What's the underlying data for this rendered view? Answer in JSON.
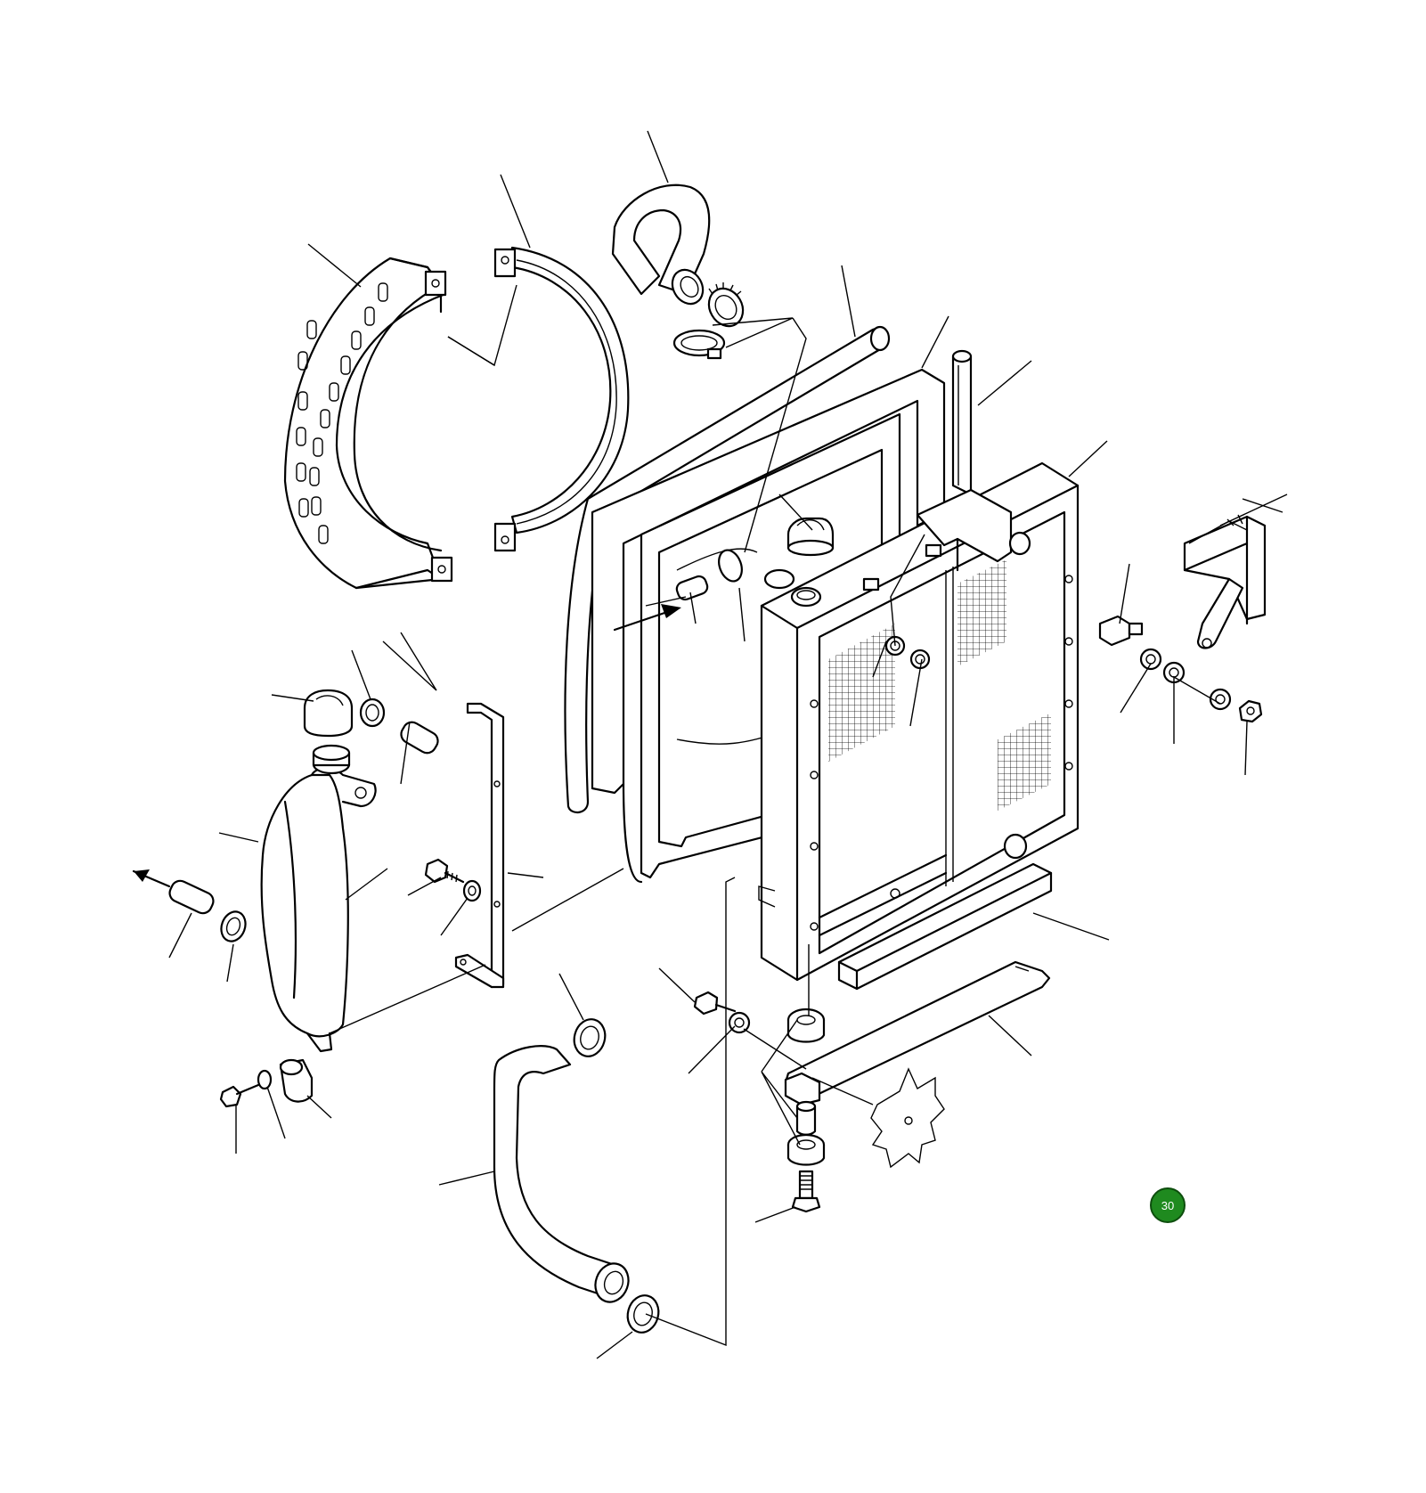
{
  "page": {
    "background": "#ffffff",
    "line_color": "#000000"
  },
  "diagram": {
    "kind": "exploded parts diagram",
    "parts": [
      "fan-shroud",
      "fan-ring",
      "upper-hose",
      "hose-clamp",
      "seal-strip",
      "radiator-frame",
      "side-seal",
      "radiator-core",
      "radiator-cap",
      "expansion-tank",
      "tank-cap",
      "mounting-bracket",
      "bolt",
      "washer",
      "lower-hose",
      "rubber-mount",
      "support-bar",
      "mounting-plate",
      "nut",
      "spacer"
    ]
  },
  "badge": {
    "label": "30",
    "color": "#1f8a1f",
    "border_color": "#0d4d0d",
    "text_color": "#ffffff"
  }
}
